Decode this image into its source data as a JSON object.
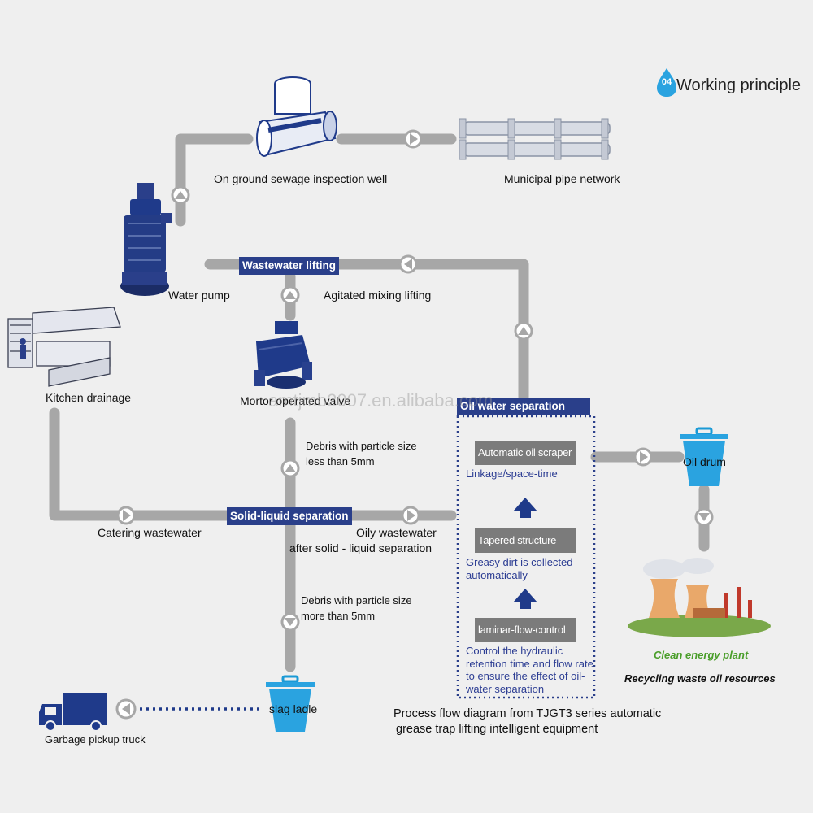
{
  "header": {
    "badge": "04",
    "title": "Working principle"
  },
  "nodes": {
    "inspection_well": "On ground sewage inspection well",
    "municipal_pipe": "Municipal pipe network",
    "water_pump": "Water pump",
    "agitated_mixing": "Agitated mixing lifting",
    "kitchen_drainage": "Kitchen drainage",
    "motor_valve": "Mortor operated valve",
    "debris_small_1": "Debris with particle size",
    "debris_small_2": "less than 5mm",
    "catering": "Catering wastewater",
    "oily_1": "Oily wastewater",
    "oily_2": "after solid - liquid separation",
    "debris_large_1": "Debris with particle size",
    "debris_large_2": "more than 5mm",
    "slag_ladle": "slag ladle",
    "garbage_truck": "Garbage pickup truck",
    "oil_drum": "Oil drum",
    "clean_energy": "Clean energy plant",
    "recycling": "Recycling waste oil resources"
  },
  "bands": {
    "wastewater_lifting": "Wastewater lifting",
    "solid_liquid": "Solid-liquid separation",
    "oil_water": "Oil water separation"
  },
  "separator": {
    "step1_title": "Automatic oil scraper",
    "step1_desc": "Linkage/space-time",
    "step2_title": "Tapered structure",
    "step2_desc": "Greasy dirt is collected automatically",
    "step3_title": "laminar-flow-control",
    "step3_desc": "Control the hydraulic retention time and flow rate to ensure the effect of oil-water separation"
  },
  "caption": {
    "line1": "Process flow diagram from TJGT3 series automatic",
    "line2": "grease trap lifting intelligent equipment"
  },
  "watermark": "amtjmb2007.en.alibaba.com",
  "colors": {
    "pipe": "#a7a7a7",
    "band": "#2a3f8a",
    "accent_blue": "#2aa3e0",
    "desc_blue": "#2c3d93",
    "truck": "#1f3a8a",
    "green_text": "#4a9e2a"
  }
}
